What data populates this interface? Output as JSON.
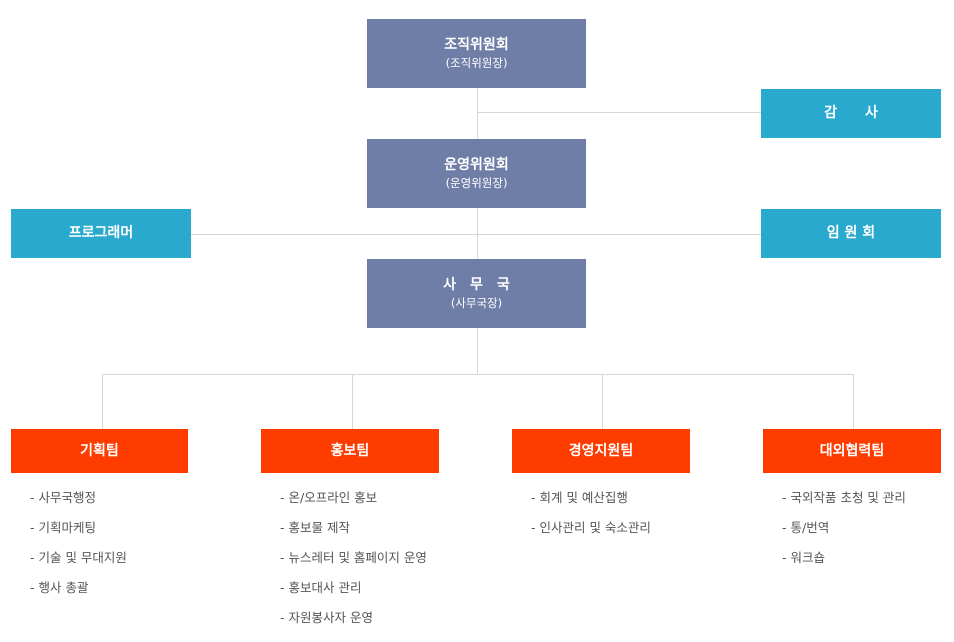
{
  "committee": {
    "title": "조직위원회",
    "subtitle": "(조직위원장)"
  },
  "audit": {
    "title": "감　　사"
  },
  "operating": {
    "title": "운영위원회",
    "subtitle": "(운영위원장)"
  },
  "programmer": {
    "title": "프로그래머"
  },
  "board": {
    "title": "임 원 회"
  },
  "secretariat": {
    "title": "사　무　국",
    "subtitle": "(사무국장)"
  },
  "teams": [
    {
      "name": "기획팀",
      "duties": [
        "- 사무국행정",
        "- 기획마케팅",
        "- 기술 및 무대지원",
        "- 행사 총괄"
      ]
    },
    {
      "name": "홍보팀",
      "duties": [
        "- 온/오프라인 홍보",
        "- 홍보물 제작",
        "- 뉴스레터 및 홈페이지 운영",
        "- 홍보대사 관리",
        "- 자원봉사자 운영"
      ]
    },
    {
      "name": "경영지원팀",
      "duties": [
        "- 회계 및 예산집행",
        "- 인사관리 및 숙소관리"
      ]
    },
    {
      "name": "대외협력팀",
      "duties": [
        "- 국외작품 초청 및 관리",
        "- 통/번역",
        "- 워크숍"
      ]
    }
  ],
  "colors": {
    "navy": "#6f7ea6",
    "cyan": "#2aa9cf",
    "red": "#ff3c00",
    "line": "#d7d7d7",
    "duty_text": "#555555"
  }
}
